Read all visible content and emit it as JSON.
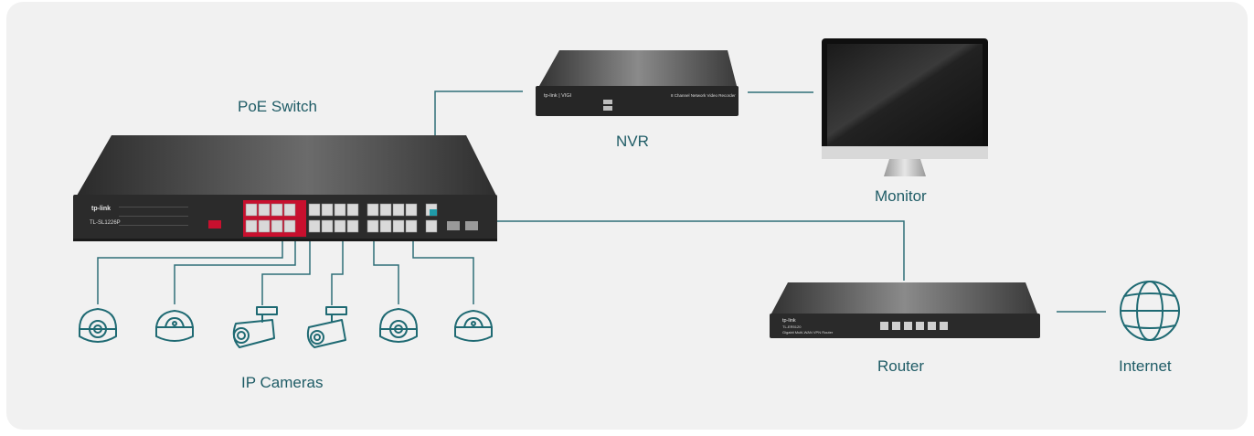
{
  "labels": {
    "poe_switch": "PoE Switch",
    "nvr": "NVR",
    "monitor": "Monitor",
    "router": "Router",
    "internet": "Internet",
    "ip_cameras": "IP Cameras"
  },
  "devices": {
    "switch_brand": "tp-link",
    "switch_model": "TL-SL1226P",
    "nvr_brand": "tp-link | VIGI",
    "nvr_description": "8 Channel Network Video Recorder",
    "router_brand": "tp-link",
    "router_model": "TL-ER5120",
    "router_description": "Gigabit Multi-WAN VPN Router"
  },
  "icons": {
    "cameras": [
      "dome-camera-icon",
      "dome-camera-icon",
      "bullet-camera-icon",
      "bullet-camera-icon",
      "dome-camera-icon",
      "dome-camera-icon"
    ],
    "internet": "globe-icon"
  },
  "colors": {
    "background_panel": "#f1f1f1",
    "accent_teal": "#1f6a73",
    "poe_port_red": "#c8102e"
  }
}
